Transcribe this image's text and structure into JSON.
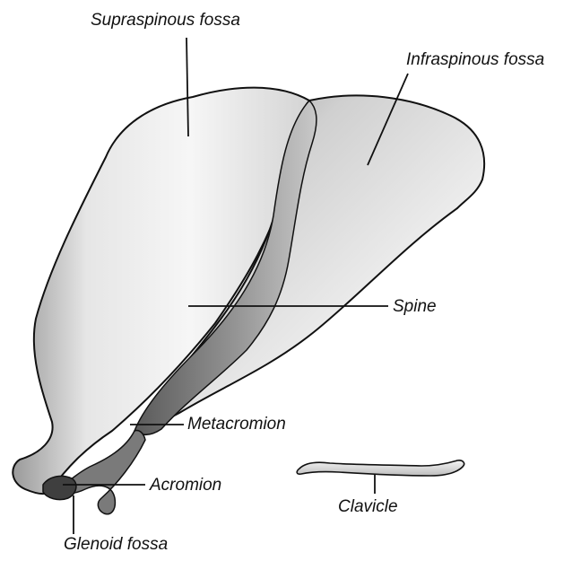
{
  "labels": {
    "supraspinous_fossa": "Supraspinous fossa",
    "infraspinous_fossa": "Infraspinous fossa",
    "spine": "Spine",
    "metacromion": "Metacromion",
    "acromion": "Acromion",
    "clavicle": "Clavicle",
    "glenoid_fossa": "Glenoid fossa"
  },
  "colors": {
    "background": "#ffffff",
    "ink": "#111111",
    "bone_light": "#f4f4f4",
    "bone_shade": "#b8b8b8",
    "bone_dark": "#6a6a6a"
  }
}
